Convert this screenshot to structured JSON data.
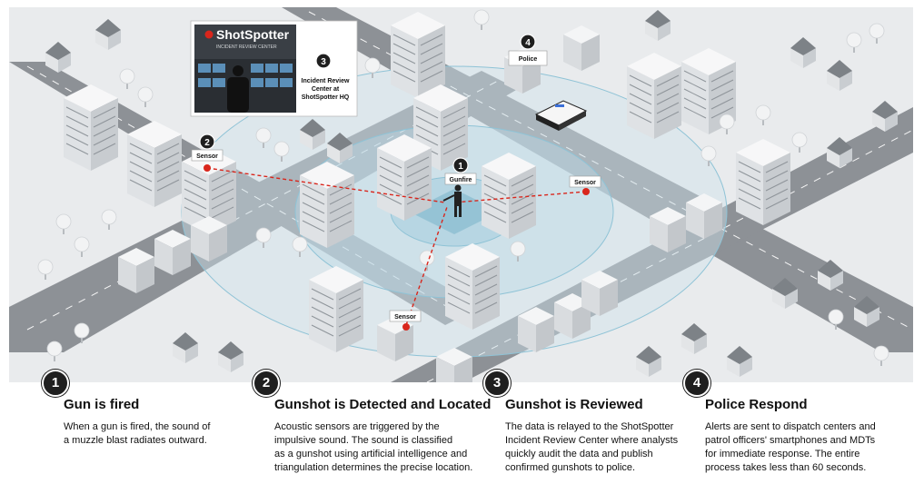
{
  "scene": {
    "inset_logo": "ShotSpotter",
    "inset_logo_sub": "INCIDENT REVIEW CENTER",
    "callouts": [
      {
        "number": "1",
        "label": "Gunfire"
      },
      {
        "number": "2",
        "label": "Sensor"
      },
      {
        "number": "3",
        "label_lines": [
          "Incident Review",
          "Center at",
          "ShotSpotter HQ"
        ]
      },
      {
        "number": "4",
        "label": "Police"
      }
    ],
    "sensor_right_label": "Sensor",
    "sensor_bottom_label": "Sensor",
    "colors": {
      "sensor": "#d9261c",
      "ring": "#8fc3d6",
      "road": "#8d9196",
      "ground": "#e9ebed"
    }
  },
  "steps": [
    {
      "number": "1",
      "title": "Gun is fired",
      "lines": [
        "When a gun is fired, the sound of",
        "a muzzle blast radiates outward."
      ]
    },
    {
      "number": "2",
      "title": "Gunshot is Detected and Located",
      "lines": [
        "Acoustic sensors are triggered by the",
        "impulsive sound. The sound is classified",
        "as a gunshot using artificial intelligence and",
        "triangulation determines the precise location."
      ]
    },
    {
      "number": "3",
      "title": "Gunshot is Reviewed",
      "lines": [
        "The data is relayed to the ShotSpotter",
        "Incident Review Center where analysts",
        "quickly audit the data and publish",
        "confirmed gunshots to police."
      ]
    },
    {
      "number": "4",
      "title": "Police Respond",
      "lines": [
        "Alerts are sent to dispatch centers and",
        "patrol officers' smartphones and MDTs",
        "for immediate response. The entire",
        "process takes less than 60 seconds."
      ]
    }
  ]
}
